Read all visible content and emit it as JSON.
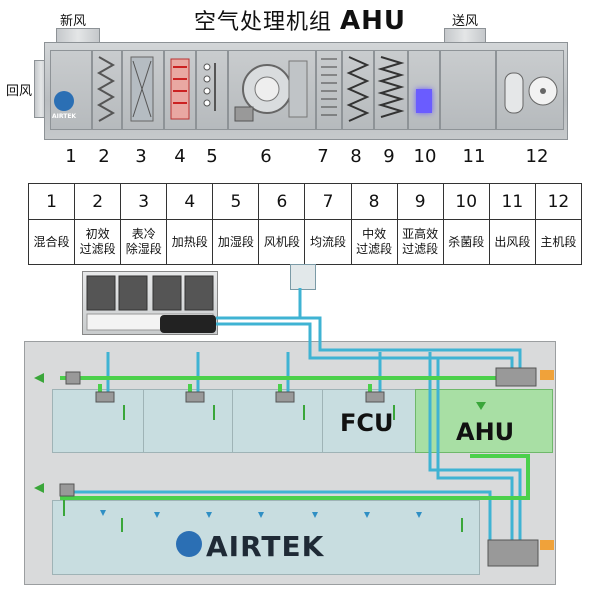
{
  "title": {
    "cn": "空气处理机组",
    "en": "AHU"
  },
  "labels": {
    "fresh_air": "新风",
    "supply_air": "送风",
    "return_air": "回风"
  },
  "brand": "AIRTEK",
  "section_numbers": [
    "1",
    "2",
    "3",
    "4",
    "5",
    "6",
    "7",
    "8",
    "9",
    "10",
    "11",
    "12"
  ],
  "sections": [
    {
      "num": "1",
      "name": [
        "混合段"
      ]
    },
    {
      "num": "2",
      "name": [
        "初效",
        "过滤段"
      ]
    },
    {
      "num": "3",
      "name": [
        "表冷",
        "除湿段"
      ]
    },
    {
      "num": "4",
      "name": [
        "加热段"
      ]
    },
    {
      "num": "5",
      "name": [
        "加湿段"
      ]
    },
    {
      "num": "6",
      "name": [
        "风机段"
      ]
    },
    {
      "num": "7",
      "name": [
        "均流段"
      ]
    },
    {
      "num": "8",
      "name": [
        "中效",
        "过滤段"
      ]
    },
    {
      "num": "9",
      "name": [
        "亚高效",
        "过滤段"
      ]
    },
    {
      "num": "10",
      "name": [
        "杀菌段"
      ]
    },
    {
      "num": "11",
      "name": [
        "出风段"
      ]
    },
    {
      "num": "12",
      "name": [
        "主机段"
      ]
    }
  ],
  "schematic": {
    "fcu_label": "FCU",
    "ahu_label": "AHU",
    "brand": "AIRTEK"
  },
  "colors": {
    "water_pipe": "#3fb3d3",
    "duct_green": "#4bd04b",
    "ahu_room": "#a8dfa4",
    "room_blue": "#c8dde0",
    "arrow_green": "#3aa63a",
    "arrow_blue": "#2f8fc4",
    "uv_lamp": "#6a5cff",
    "heater_red": "#d33a2f"
  }
}
